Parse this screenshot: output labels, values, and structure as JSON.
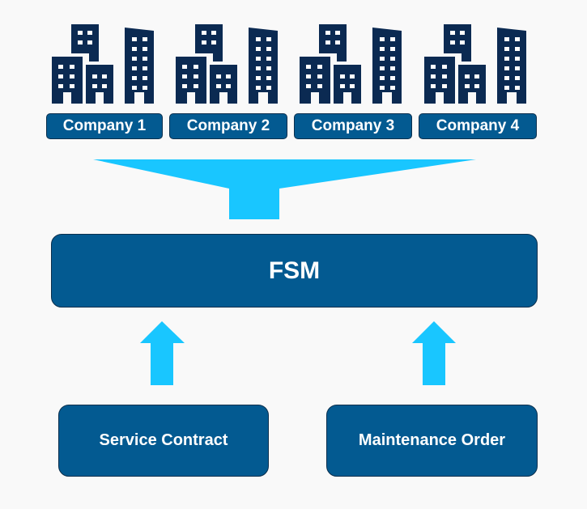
{
  "companies": [
    {
      "label": "Company 1",
      "icon": "office-buildings-icon"
    },
    {
      "label": "Company 2",
      "icon": "office-buildings-icon"
    },
    {
      "label": "Company 3",
      "icon": "office-buildings-icon"
    },
    {
      "label": "Company 4",
      "icon": "office-buildings-icon"
    }
  ],
  "hub": {
    "label": "FSM"
  },
  "sources": [
    {
      "label": "Service Contract"
    },
    {
      "label": "Maintenance Order"
    }
  ],
  "colors": {
    "building": "#0b2a52",
    "box_fill": "#035a91",
    "arrow": "#19c6ff",
    "background": "#f9f9f9"
  }
}
